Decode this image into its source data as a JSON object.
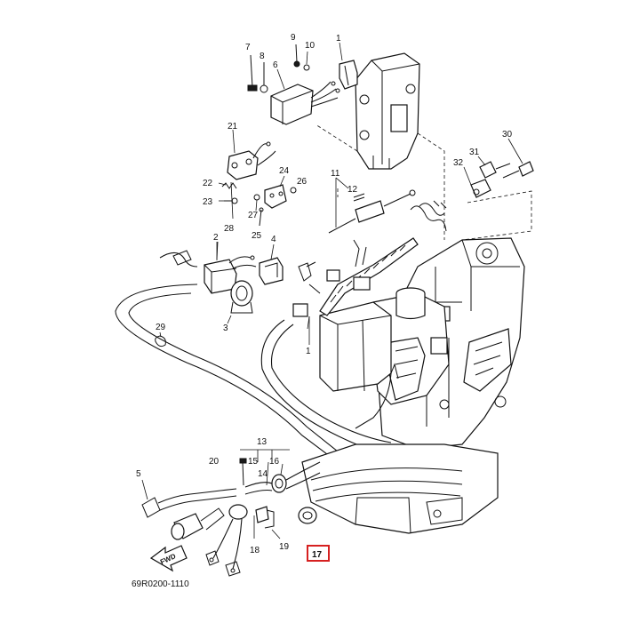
{
  "callouts": [
    {
      "id": "c1a",
      "text": "1"
    },
    {
      "id": "c1b",
      "text": "1"
    },
    {
      "id": "c2",
      "text": "2"
    },
    {
      "id": "c3",
      "text": "3"
    },
    {
      "id": "c4",
      "text": "4"
    },
    {
      "id": "c5",
      "text": "5"
    },
    {
      "id": "c6",
      "text": "6"
    },
    {
      "id": "c7",
      "text": "7"
    },
    {
      "id": "c8",
      "text": "8"
    },
    {
      "id": "c9",
      "text": "9"
    },
    {
      "id": "c10",
      "text": "10"
    },
    {
      "id": "c11",
      "text": "11"
    },
    {
      "id": "c12",
      "text": "12"
    },
    {
      "id": "c13",
      "text": "13"
    },
    {
      "id": "c14",
      "text": "14"
    },
    {
      "id": "c15",
      "text": "15"
    },
    {
      "id": "c16",
      "text": "16"
    },
    {
      "id": "c18",
      "text": "18"
    },
    {
      "id": "c19",
      "text": "19"
    },
    {
      "id": "c20",
      "text": "20"
    },
    {
      "id": "c21",
      "text": "21"
    },
    {
      "id": "c22",
      "text": "22"
    },
    {
      "id": "c23",
      "text": "23"
    },
    {
      "id": "c24",
      "text": "24"
    },
    {
      "id": "c25",
      "text": "25"
    },
    {
      "id": "c26",
      "text": "26"
    },
    {
      "id": "c27",
      "text": "27"
    },
    {
      "id": "c28",
      "text": "28"
    },
    {
      "id": "c29",
      "text": "29"
    },
    {
      "id": "c30",
      "text": "30"
    },
    {
      "id": "c31",
      "text": "31"
    },
    {
      "id": "c32",
      "text": "32"
    }
  ],
  "highlighted_callout": {
    "text": "17",
    "color": "#d62020"
  },
  "fwd_label": "FWD",
  "diagram_code": "69R0200-1110",
  "colors": {
    "ink": "#111111",
    "background": "#ffffff",
    "highlight": "#d62020"
  }
}
